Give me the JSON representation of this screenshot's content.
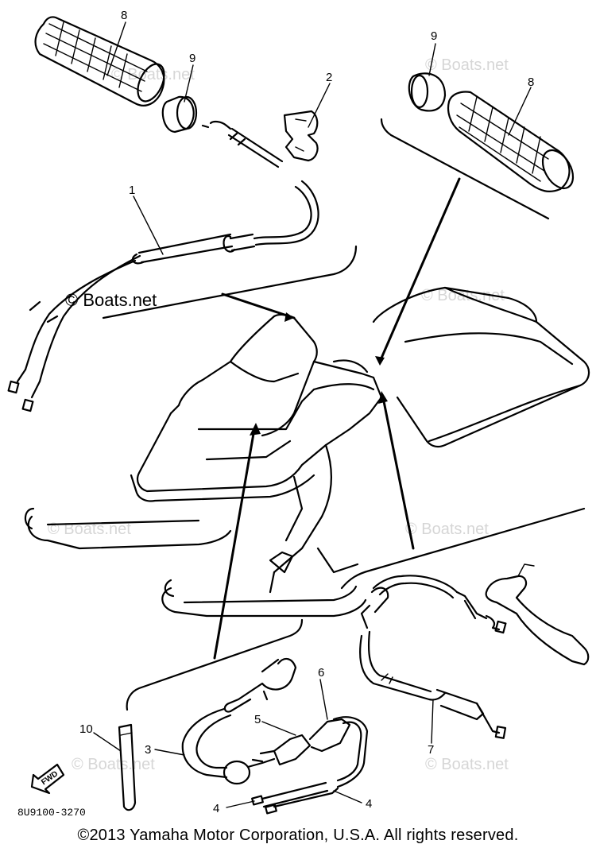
{
  "callouts": {
    "grip_left": "8",
    "ring_left": "9",
    "bracket": "2",
    "throttle_cable": "1",
    "ring_right": "9",
    "grip_right": "8",
    "choke_cable": "3",
    "cable_clip_upper": "4",
    "cable_clip_lower": "4",
    "switch": "5",
    "start_switch": "6",
    "brake_cable": "7",
    "key": "10"
  },
  "watermarks": {
    "primary": "© Boats.net",
    "secondary": "© Boats.net"
  },
  "forward_label": "FWD",
  "diagram_code": "8U9100-3270",
  "copyright": "©2013 Yamaha Motor Corporation, U.S.A. All rights reserved.",
  "icons": [
    "forward-arrow-icon"
  ]
}
